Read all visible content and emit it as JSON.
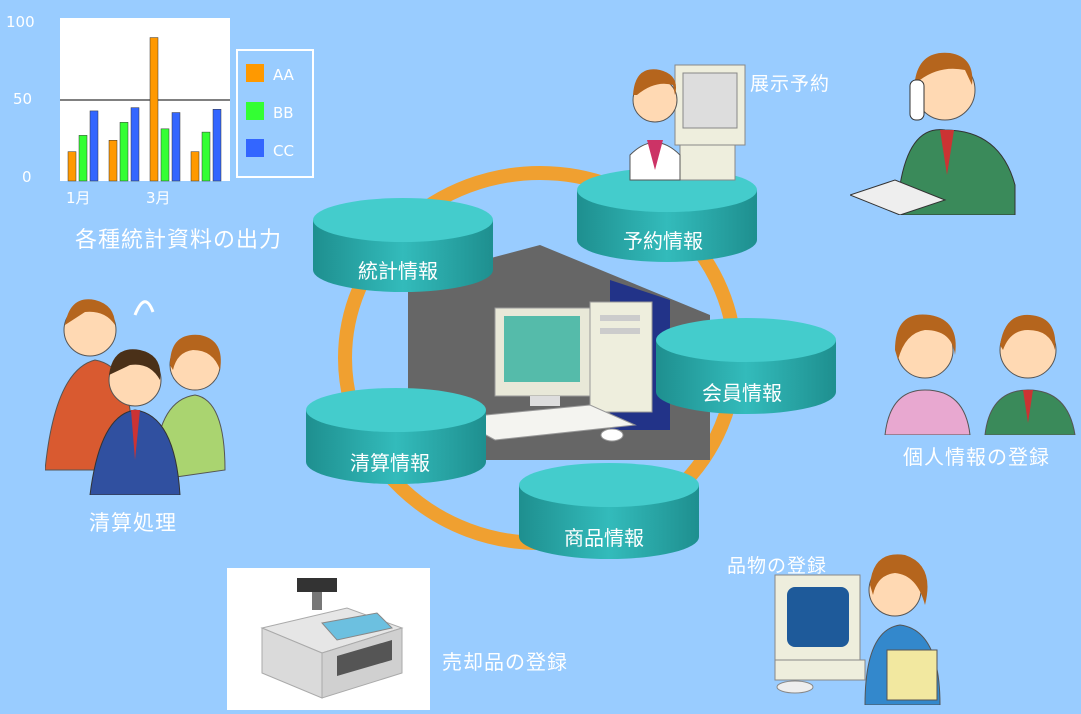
{
  "chart_data": {
    "type": "bar",
    "categories": [
      "1月",
      "",
      "3月",
      ""
    ],
    "series": [
      {
        "name": "AA",
        "values": [
          18,
          25,
          88,
          18
        ]
      },
      {
        "name": "BB",
        "values": [
          28,
          36,
          32,
          30
        ]
      },
      {
        "name": "CC",
        "values": [
          43,
          45,
          42,
          44
        ]
      }
    ],
    "ylim": [
      0,
      100
    ],
    "yticks": [
      "0",
      "50",
      "100"
    ],
    "colors": {
      "AA": "#FF9900",
      "BB": "#33FF33",
      "CC": "#3366FF"
    }
  },
  "labels": {
    "chart_caption": "各種統計資料の出力",
    "exhibit_reservation": "展示予約",
    "personal_registration": "個人情報の登録",
    "settlement_processing": "清算処理",
    "item_registration": "品物の登録",
    "sold_item_registration": "売却品の登録"
  },
  "databases": {
    "statistics": "統計情報",
    "reservation": "予約情報",
    "member": "会員情報",
    "settlement": "清算情報",
    "product": "商品情報"
  },
  "colors": {
    "background": "#99CCFF",
    "cylinder": "#33BBBB",
    "ring": "#F0A030"
  }
}
